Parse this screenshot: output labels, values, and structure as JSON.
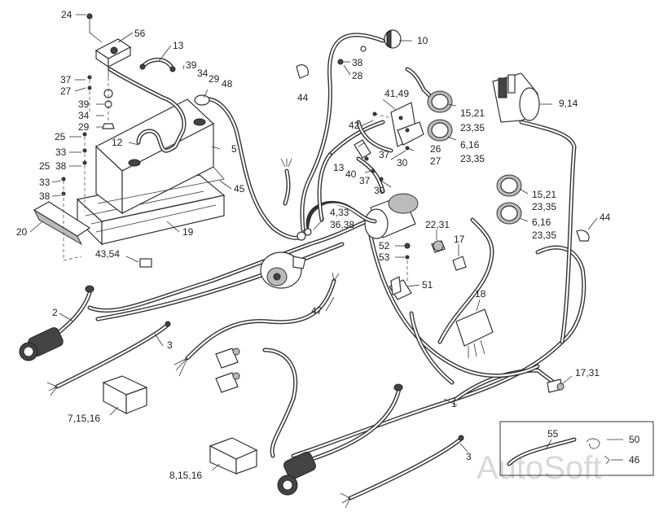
{
  "labels": {
    "l1": "1",
    "l2": "2",
    "l3a": "3",
    "l3b": "3",
    "l5": "5",
    "l7": "7,15,16",
    "l8": "8,15,16",
    "l9": "9,14",
    "l10": "10",
    "l12": "12",
    "l13a": "13",
    "l13b": "13",
    "l17": "17",
    "l17b": "17,31",
    "l18": "18",
    "l19": "19",
    "l20": "20",
    "l22": "22,31",
    "l24": "24",
    "l25a": "25",
    "l25b": "25",
    "l26": "26",
    "l27a": "27",
    "l27b": "27",
    "l28": "28",
    "l29a": "29",
    "l29b": "29",
    "l30a": "30",
    "l30b": "30",
    "l33a": "33",
    "l33b": "33",
    "l34a": "34",
    "l34b": "34",
    "l37a": "37",
    "l37b": "37",
    "l37c": "37",
    "l38a": "38",
    "l38b": "38",
    "l38c": "38",
    "l39a": "39",
    "l39b": "39",
    "l40": "40",
    "l41": "41,49",
    "l42": "42",
    "l4333": "4,33",
    "l3638": "36,38",
    "l4354": "43,54",
    "l44a": "44",
    "l44b": "44",
    "l45": "45",
    "l46": "46",
    "l47": "47",
    "l48": "48",
    "l50": "50",
    "l51": "51",
    "l52": "52",
    "l53": "53",
    "l55": "55",
    "l56": "56",
    "l1521a": "15,21",
    "l2335a": "23,35",
    "l616a": "6,16",
    "l2335b": "23,35",
    "l1521b": "15,21",
    "l2335c": "23,35",
    "l616b": "6,16",
    "l2335d": "23,35"
  },
  "watermark": "AutoSoft"
}
